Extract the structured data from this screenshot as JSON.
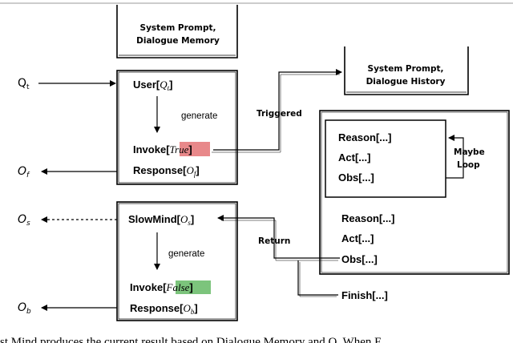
{
  "memory_box": {
    "line1": "System Prompt,",
    "line2": "Dialogue Memory"
  },
  "history_box": {
    "line1": "System Prompt,",
    "line2": "Dialogue History"
  },
  "io": {
    "q_in": "Q",
    "q_sub": "t",
    "o_f": "O",
    "o_f_sub": "f",
    "o_s": "O",
    "o_s_sub": "s",
    "o_b": "O",
    "o_b_sub": "b"
  },
  "fast_box": {
    "user_label": "User",
    "user_arg": "Q",
    "user_sub": "t",
    "generate": "generate",
    "invoke_label": "Invoke",
    "invoke_arg": "True",
    "response_label": "Response",
    "response_arg": "O",
    "response_sub": "f"
  },
  "slow_box": {
    "slow_label": "SlowMind",
    "slow_arg": "O",
    "slow_sub": "s",
    "generate": "generate",
    "invoke_label": "Invoke",
    "invoke_arg": "False",
    "response_label": "Response",
    "response_arg": "O",
    "response_sub": "b"
  },
  "edges": {
    "triggered": "Triggered",
    "return": "Return",
    "maybe_loop_1": "Maybe",
    "maybe_loop_2": "Loop"
  },
  "agent_box": {
    "inner_reason": "Reason[...]",
    "inner_act": "Act[...]",
    "inner_obs": "Obs[...]",
    "reason": "Reason[...]",
    "act": "Act[...]",
    "obs": "Obs[...]",
    "finish": "Finish[...]"
  },
  "caption": "st Mind produces the current result based on Dialogue Memory and Q. When E",
  "colors": {
    "true_highlight": "#e8888a",
    "false_highlight": "#7cc47c"
  }
}
